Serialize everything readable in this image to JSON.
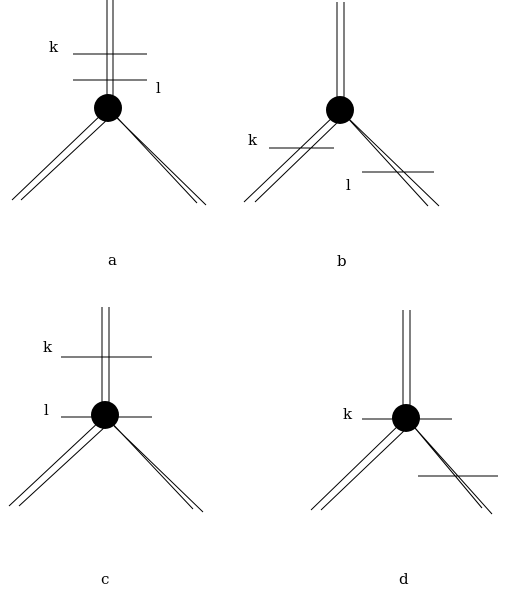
{
  "panels": [
    {
      "id": "a",
      "caption": "a",
      "labels": {
        "k": "k",
        "l": "l"
      }
    },
    {
      "id": "b",
      "caption": "b",
      "labels": {
        "k": "k",
        "l": "l"
      }
    },
    {
      "id": "c",
      "caption": "c",
      "labels": {
        "k": "k",
        "l": "l"
      }
    },
    {
      "id": "d",
      "caption": "d",
      "labels": {
        "k": "k"
      }
    }
  ]
}
